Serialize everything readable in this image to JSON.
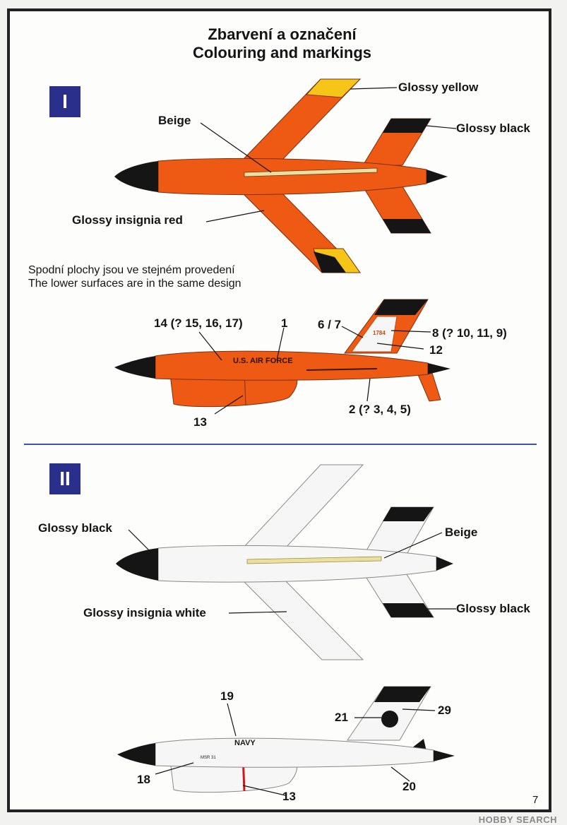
{
  "title_cz": "Zbarvení a označení",
  "title_en": "Colouring and markings",
  "scheme_1": {
    "badge": "I",
    "labels": {
      "glossy_yellow": "Glossy yellow",
      "beige": "Beige",
      "glossy_black": "Glossy black",
      "glossy_insignia_red": "Glossy insignia red"
    },
    "note_cz": "Spodní plochy jsou ve stejném provedení",
    "note_en": "The lower surfaces are in the same design",
    "callouts": {
      "c14": "14 (? 15, 16, 17)",
      "c1": "1",
      "c67": "6 / 7",
      "c8": "8 (? 10, 11, 9)",
      "c12": "12",
      "c2": "2 (? 3, 4, 5)",
      "c13": "13"
    },
    "decals": {
      "usaf": "U.S. AIR FORCE",
      "tail_no": "1784"
    }
  },
  "scheme_2": {
    "badge": "II",
    "labels": {
      "glossy_black_nose": "Glossy black",
      "beige": "Beige",
      "glossy_insignia_white": "Glossy insignia white",
      "glossy_black_tail": "Glossy black"
    },
    "callouts": {
      "c19": "19",
      "c21": "21",
      "c29": "29",
      "c18": "18",
      "c20": "20",
      "c13": "13"
    },
    "decals": {
      "navy": "NAVY",
      "msr": "MSR 31"
    }
  },
  "page_number": "7",
  "watermark": "HOBBY SEARCH",
  "colors": {
    "insignia_red": "#ee5a14",
    "glossy_yellow": "#f7c418",
    "glossy_black": "#151515",
    "beige": "#e9dfa0",
    "insignia_white": "#f6f6f6",
    "badge_blue": "#2a2f8c"
  }
}
